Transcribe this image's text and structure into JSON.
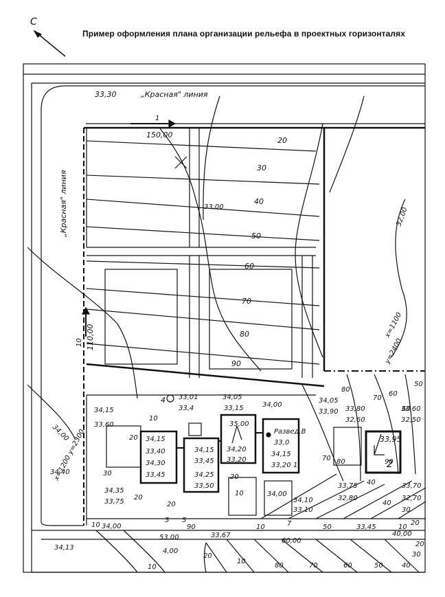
{
  "title": "Пример оформления плана организации рельефа в проектных горизонталях",
  "north": "С",
  "red_line_label": "„Красная\" линия",
  "streets": {
    "top_start_elev": "33,30",
    "top_segment": "1",
    "top_length": "150,00",
    "left_segment": "10",
    "left_length": "110,00",
    "bottom_start_elev": "34,13",
    "bottom_mid_elev": "33,67",
    "bottom_segment_a": "5",
    "bottom_length_a": "53,00",
    "bottom_segment_b": "7",
    "bottom_length_b": "60,00",
    "bottom_end_elev": "40,00"
  },
  "grid_coords": {
    "left": "х=1200 у=2300",
    "right_x": "х=1100",
    "right_y": "у=2400"
  },
  "contours_upper": [
    "20",
    "30",
    "40",
    "50",
    "60",
    "70",
    "80",
    "90"
  ],
  "existing_contours": [
    "33,00",
    "32,00",
    "34,00",
    "4,00"
  ],
  "site_labels": [
    "10",
    "10",
    "20",
    "30",
    "20",
    "10",
    "20",
    "20",
    "5",
    "90",
    "10",
    "40",
    "40",
    "30",
    "10",
    "20",
    "50",
    "60",
    "70",
    "80",
    "50",
    "60",
    "70",
    "80",
    "90",
    "80",
    "70",
    "60",
    "50",
    "40",
    "30",
    "20",
    "10",
    "10",
    "20"
  ],
  "spot_elevations": {
    "p1_red": "34,15",
    "p1_black": "33,60",
    "p2_red": "34,40",
    "p3_red": "34,35",
    "p3_black": "33,75",
    "p4_red": "34,05",
    "p4_black": "33,15",
    "p5_red": "34,00",
    "p6_red": "34,05",
    "p6_black": "33,90",
    "p7_red": "33,80",
    "p7_black": "32,60",
    "p8_red": "33,60",
    "p8_black": "32,50",
    "p9_red": "33,75",
    "p9_black": "32,80",
    "p10_red": "33,70",
    "p10_black": "32,70",
    "p11_red": "34,00",
    "p12_red": "34,10",
    "p12_black": "33,10",
    "p13_red": "34,00",
    "p14_red": "33,45"
  },
  "building_4": {
    "number": "4",
    "red": "33,01",
    "black": "33,4"
  },
  "building_a": {
    "red": "34,15",
    "mid": "34,30",
    "black": "33,45",
    "top": "34,15",
    "hdr": "33,40"
  },
  "building_b": {
    "red": "34,15",
    "mid": "33,45",
    "red2": "34,25",
    "black": "33,50"
  },
  "building_c": {
    "red": "35,00",
    "mid": "34,20",
    "black": "33,20",
    "step": "20"
  },
  "building_well": {
    "name": "Развед.В",
    "val": "33,0",
    "red": "34,15",
    "black": "33,20",
    "num": "1"
  },
  "building_2": {
    "red": "33,95",
    "num": "2"
  }
}
